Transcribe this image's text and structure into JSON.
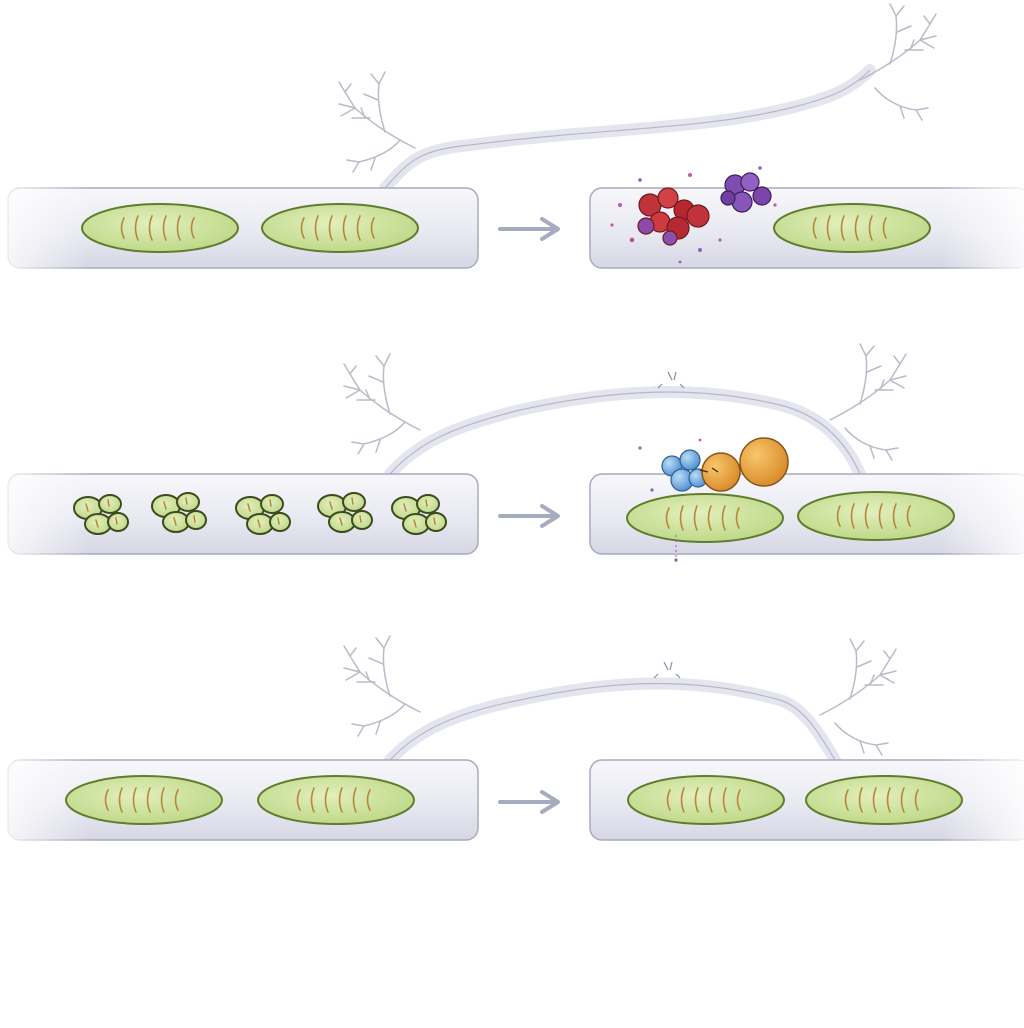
{
  "diagram": {
    "rows": [
      {
        "id": "row-1",
        "before": "two-healthy-mitochondria",
        "after": "aggregates-and-one-mitochondrion"
      },
      {
        "id": "row-2",
        "before": "fragmented-mitochondria",
        "after": "protein-cluster-and-two-mitochondria"
      },
      {
        "id": "row-3",
        "before": "two-healthy-mitochondria",
        "after": "two-healthy-mitochondria"
      }
    ],
    "arrow_icon": "right-arrow",
    "colors": {
      "background": "#ffffff",
      "axon": "#e6e7f0",
      "axon_edge": "#a9aabd",
      "mitochondrion_fill": "#cde39a",
      "mitochondrion_edge": "#6f8a3a",
      "cristae": "#b8863a",
      "nerve": "#b8bac8",
      "arrow": "#a6abc0",
      "aggregate_red": "#c0333a",
      "aggregate_purple": "#7f4cb0",
      "protein_blue": "#6fa9e0",
      "protein_orange": "#e6a13a"
    }
  }
}
